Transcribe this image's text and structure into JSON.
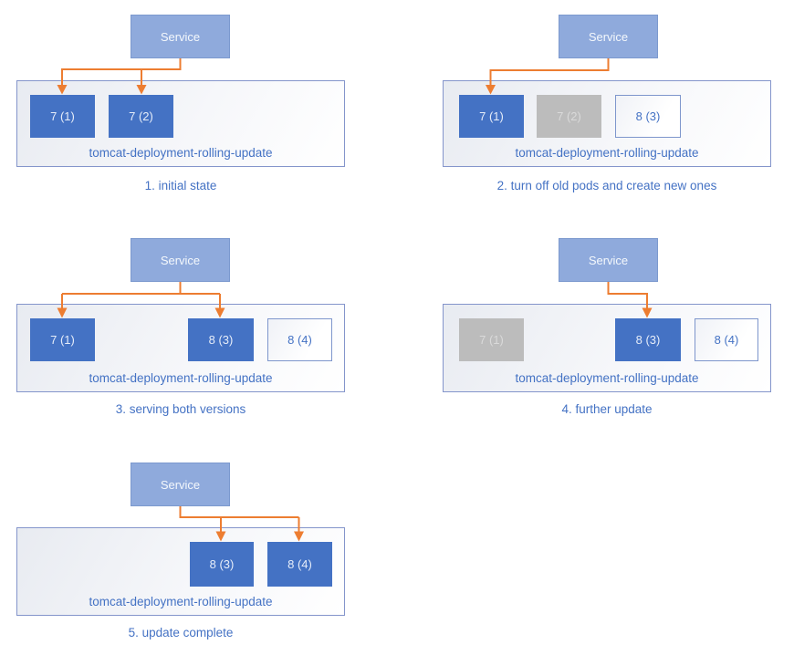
{
  "service_label": "Service",
  "deployment_name": "tomcat-deployment-rolling-update",
  "colors": {
    "service_fill": "#8FAADC",
    "service_border": "#7C99CE",
    "service_text": "#F4F8FC",
    "pod_active_fill": "#4472C4",
    "pod_active_text": "#E6EDF9",
    "pod_terminated_fill": "#BCBCBC",
    "pod_terminated_text": "#DADADA",
    "pod_pending_border": "#7E96CC",
    "pod_pending_text": "#4472C4",
    "container_border": "#8495CB",
    "deployment_text": "#4472C4",
    "caption_text": "#4472C4",
    "arrow": "#ED7D31"
  },
  "panels": [
    {
      "caption": "1. initial state",
      "pods": [
        {
          "label": "7 (1)",
          "state": "active"
        },
        {
          "label": "7 (2)",
          "state": "active"
        }
      ]
    },
    {
      "caption": "2. turn off old pods and create new ones",
      "pods": [
        {
          "label": "7 (1)",
          "state": "active"
        },
        {
          "label": "7 (2)",
          "state": "terminated"
        },
        {
          "label": "8 (3)",
          "state": "pending"
        }
      ]
    },
    {
      "caption": "3. serving both versions",
      "pods": [
        {
          "label": "7 (1)",
          "state": "active"
        },
        {
          "label": "8 (3)",
          "state": "active"
        },
        {
          "label": "8 (4)",
          "state": "pending"
        }
      ]
    },
    {
      "caption": "4. further update",
      "pods": [
        {
          "label": "7 (1)",
          "state": "terminated"
        },
        {
          "label": "8 (3)",
          "state": "active"
        },
        {
          "label": "8 (4)",
          "state": "pending"
        }
      ]
    },
    {
      "caption": "5. update complete",
      "pods": [
        {
          "label": "8 (3)",
          "state": "active"
        },
        {
          "label": "8 (4)",
          "state": "active"
        }
      ]
    }
  ]
}
